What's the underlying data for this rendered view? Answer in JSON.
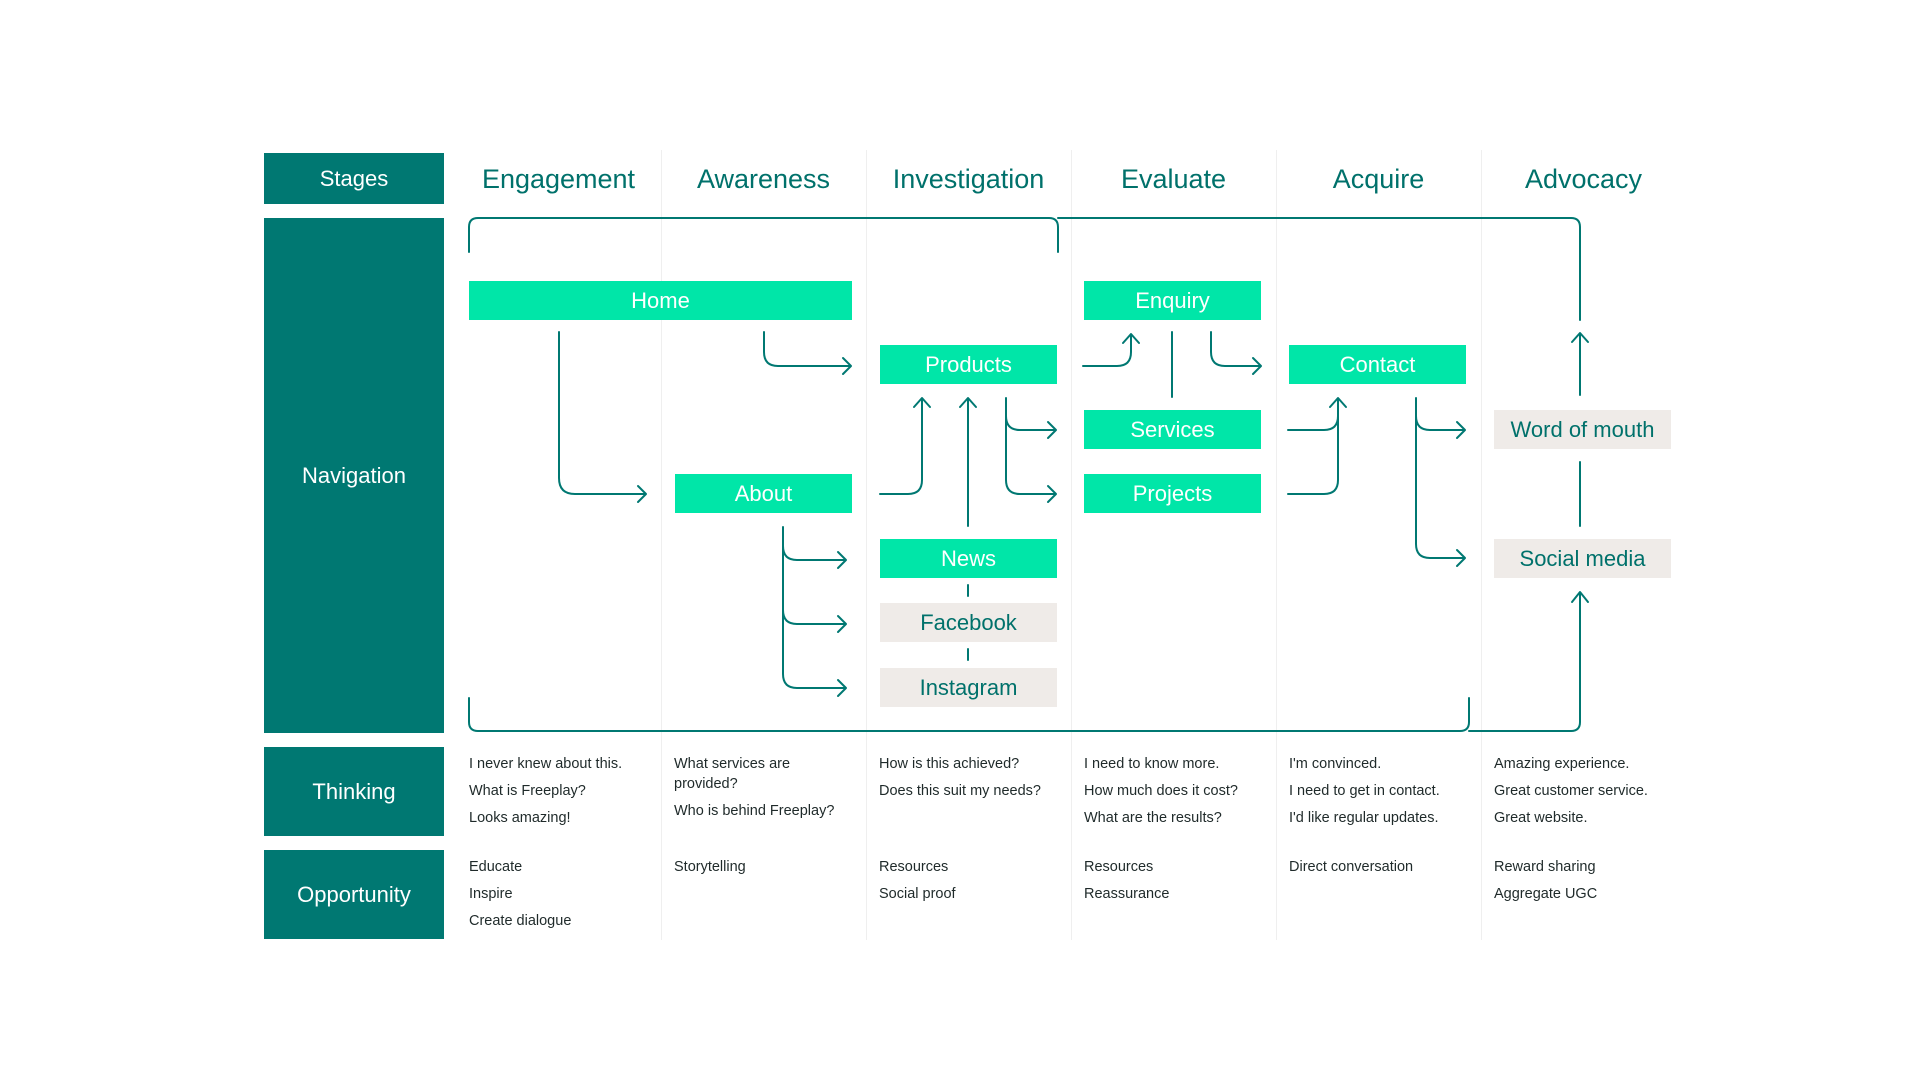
{
  "rows": {
    "stages": "Stages",
    "navigation": "Navigation",
    "thinking": "Thinking",
    "opportunity": "Opportunity"
  },
  "stages": [
    "Engagement",
    "Awareness",
    "Investigation",
    "Evaluate",
    "Acquire",
    "Advocacy"
  ],
  "nodes": {
    "home": "Home",
    "about": "About",
    "products": "Products",
    "news": "News",
    "facebook": "Facebook",
    "instagram": "Instagram",
    "enquiry": "Enquiry",
    "services": "Services",
    "projects": "Projects",
    "contact": "Contact",
    "word_of_mouth": "Word of mouth",
    "social_media": "Social media"
  },
  "thinking": [
    [
      "I never knew about this.",
      "What is Freeplay?",
      "Looks amazing!"
    ],
    [
      "What services are provided?",
      "Who is behind Freeplay?"
    ],
    [
      "How is this achieved?",
      "Does this suit my needs?"
    ],
    [
      "I need to know more.",
      "How much does it cost?",
      "What are the results?"
    ],
    [
      "I'm convinced.",
      "I need to get in contact.",
      "I'd like regular updates."
    ],
    [
      "Amazing experience.",
      "Great customer service.",
      "Great website."
    ]
  ],
  "opportunity": [
    [
      "Educate",
      "Inspire",
      "Create dialogue"
    ],
    [
      "Storytelling"
    ],
    [
      "Resources",
      "Social proof"
    ],
    [
      "Resources",
      "Reassurance"
    ],
    [
      "Direct conversation"
    ],
    [
      "Reward sharing",
      "Aggregate UGC"
    ]
  ],
  "colors": {
    "dark_teal": "#007872",
    "primary_node": "#00e6a8",
    "secondary_node": "#efebe8",
    "text_teal": "#00716b"
  }
}
